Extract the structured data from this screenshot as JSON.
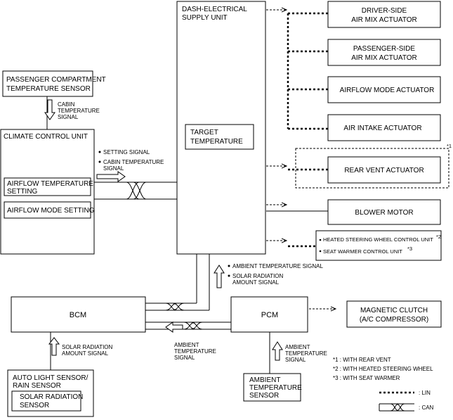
{
  "boxes": {
    "passenger_sensor": [
      "PASSENGER COMPARTMENT",
      "TEMPERATURE SENSOR"
    ],
    "climate_control_unit": "CLIMATE CONTROL UNIT",
    "airflow_temp_setting": [
      "AIRFLOW TEMPERATURE",
      "SETTING"
    ],
    "airflow_mode_setting": "AIRFLOW MODE SETTING",
    "dash_supply_unit": [
      "DASH-ELECTRICAL",
      "SUPPLY UNIT"
    ],
    "target_temperature": [
      "TARGET",
      "TEMPERATURE"
    ],
    "driver_air_mix": [
      "DRIVER-SIDE",
      "AIR MIX ACTUATOR"
    ],
    "passenger_air_mix": [
      "PASSENGER-SIDE",
      "AIR MIX ACTUATOR"
    ],
    "airflow_mode_actuator": "AIRFLOW MODE ACTUATOR",
    "air_intake_actuator": "AIR INTAKE ACTUATOR",
    "rear_vent_actuator": "REAR VENT ACTUATOR",
    "blower_motor": "BLOWER MOTOR",
    "heated_steering": "HEATED STEERING WHEEL CONTROL UNIT",
    "seat_warmer": "SEAT WARMER CONTROL UNIT",
    "bcm": "BCM",
    "pcm": "PCM",
    "magnetic_clutch": [
      "MAGNETIC CLUTCH",
      "(A/C COMPRESSOR)"
    ],
    "auto_light_sensor": [
      "AUTO LIGHT SENSOR/",
      "RAIN SENSOR"
    ],
    "solar_radiation_sensor": [
      "SOLAR RADIATION",
      "SENSOR"
    ],
    "ambient_temp_sensor": [
      "AMBIENT",
      "TEMPERATURE",
      "SENSOR"
    ]
  },
  "signals": {
    "cabin_temp": [
      "CABIN",
      "TEMPERATURE",
      "SIGNAL"
    ],
    "setting_signal": "SETTING SIGNAL",
    "cabin_temp_signal": [
      "CABIN TEMPERATURE",
      "SIGNAL"
    ],
    "ambient_temp_signal": "AMBIENT TEMPERATURE SIGNAL",
    "solar_radiation_signal": [
      "SOLAR RADIATION",
      "AMOUNT SIGNAL"
    ],
    "bcm_solar_signal": [
      "SOLAR RADIATION",
      "AMOUNT SIGNAL"
    ],
    "bcm_ambient_signal": [
      "AMBIENT",
      "TEMPERATURE",
      "SIGNAL"
    ],
    "pcm_ambient_signal": [
      "AMBIENT",
      "TEMPERATURE",
      "SIGNAL"
    ]
  },
  "superscripts": {
    "rear_vent": "*1",
    "heated_steering": "*2",
    "seat_warmer": "*3"
  },
  "notes": [
    "*1 : WITH REAR VENT",
    "*2 : WITH HEATED STEERING WHEEL",
    "*3 : WITH SEAT WARMER"
  ],
  "legend": {
    "lin": ": LIN",
    "can": ": CAN"
  }
}
